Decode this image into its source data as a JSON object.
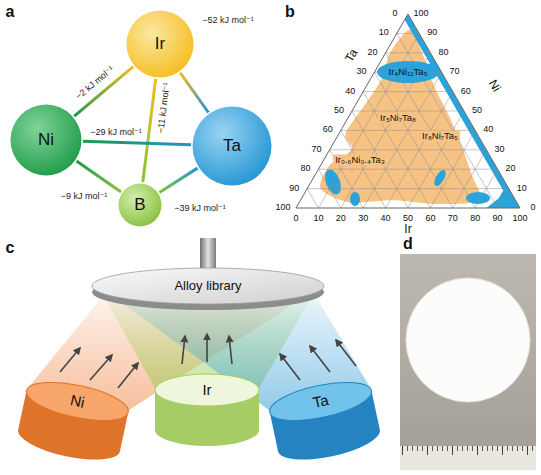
{
  "diagram": {
    "nodes": [
      {
        "text": [
          "Ir"
        ]
      },
      {
        "text": [
          "Ni"
        ]
      },
      {
        "text": [
          "Ta"
        ]
      },
      {
        "text": [
          "B"
        ]
      },
      {
        "text": [
          "Alloy library"
        ]
      },
      {
        "text": [
          "Ni"
        ]
      },
      {
        "text": [
          "Ir"
        ]
      },
      {
        "text": [
          "Ta"
        ]
      }
    ],
    "edges": [
      {
        "from": 0,
        "to": 1,
        "arrow": "none",
        "label": "−2 kJ mol⁻¹"
      },
      {
        "from": 0,
        "to": 2,
        "arrow": "none",
        "label": "−52 kJ mol⁻¹"
      },
      {
        "from": 0,
        "to": 3,
        "arrow": "none",
        "label": "−11 kJ mol⁻¹"
      },
      {
        "from": 1,
        "to": 2,
        "arrow": "none",
        "label": "−29 kJ mol⁻¹"
      },
      {
        "from": 1,
        "to": 3,
        "arrow": "none",
        "label": "−9 kJ mol⁻¹"
      },
      {
        "from": 2,
        "to": 3,
        "arrow": "none",
        "label": "−39 kJ mol⁻¹"
      }
    ],
    "labels": [
      "a",
      "b",
      "c",
      "d",
      "Ta",
      "Ni",
      "Ir",
      "0",
      "10",
      "20",
      "30",
      "40",
      "50",
      "60",
      "70",
      "80",
      "90",
      "100",
      "100",
      "90",
      "80",
      "70",
      "60",
      "50",
      "40",
      "30",
      "20",
      "10",
      "0",
      "0",
      "10",
      "20",
      "30",
      "40",
      "50",
      "60",
      "70",
      "80",
      "90",
      "100",
      "Ir₄Ni₁₁Ta₅",
      "Ir₅Ni₇Ta₈",
      "Ir₈Ni₇Ta₅",
      "Ir₀.₆Ni₀.₄Ta₃"
    ]
  }
}
